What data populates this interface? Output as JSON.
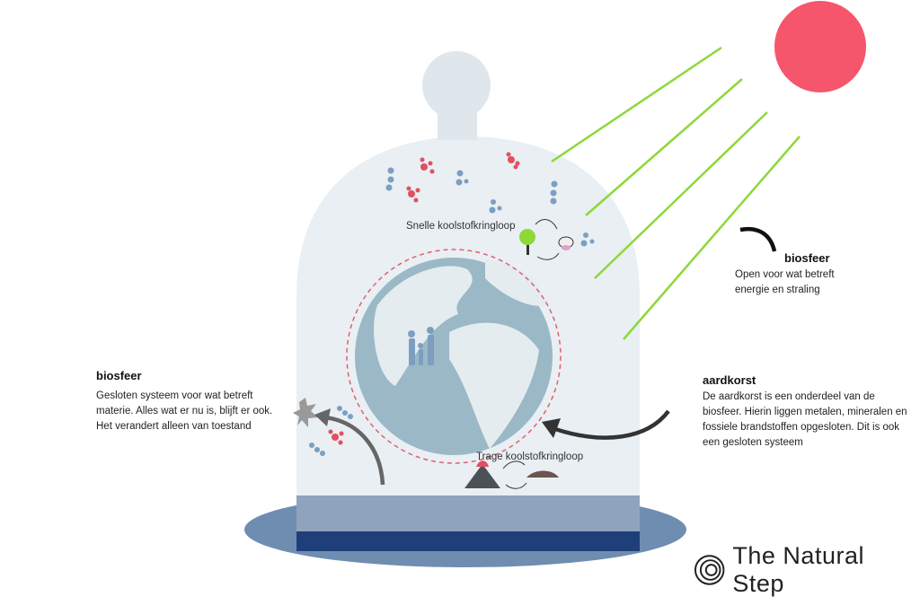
{
  "colors": {
    "sun": "#f5566b",
    "rays": "#8ed83a",
    "globe": "#9bb8c6",
    "ring": "#e06070",
    "jar": "#e9eff3",
    "base": "#8fa3bd",
    "base_band": "#1f3f7a",
    "base_plate": "#6f8db0",
    "arrow": "#222222"
  },
  "labels": {
    "fast_cycle": "Snelle koolstofkringloop",
    "slow_cycle": "Trage koolstofkringloop"
  },
  "biosfeer_open": {
    "title": "biosfeer",
    "body": "Open voor wat betreft energie en straling"
  },
  "biosfeer_closed": {
    "title": "biosfeer",
    "body": "Gesloten systeem voor wat betreft materie. Alles wat er nu is, blijft er ook. Het verandert alleen van toestand"
  },
  "aardkorst": {
    "title": "aardkorst",
    "body": "De aardkorst is een onderdeel van de biosfeer. Hierin liggen metalen, mineralen en fossiele brandstoffen opgesloten. Dit is ook een gesloten systeem"
  },
  "logo": {
    "text": "The Natural Step"
  }
}
